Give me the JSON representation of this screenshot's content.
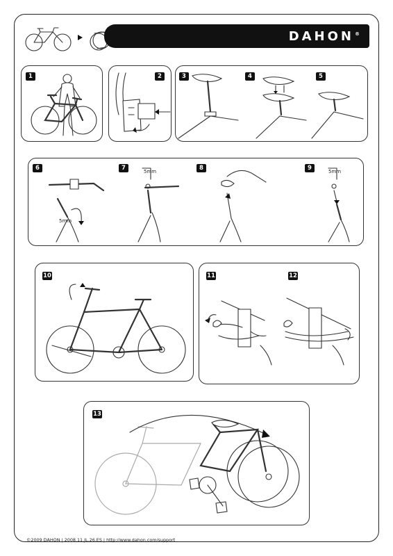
{
  "header": {
    "brand": "DAHON",
    "registered_mark": "®",
    "icons": [
      "unfolded-bike-icon",
      "arrow-right-icon",
      "folded-bike-icon"
    ]
  },
  "steps": {
    "s1": "1",
    "s2": "2",
    "s3": "3",
    "s4": "4",
    "s5": "5",
    "s6": "6",
    "s7": "7",
    "s8": "8",
    "s9": "9",
    "s10": "10",
    "s11": "11",
    "s12": "12",
    "s13": "13"
  },
  "labels": {
    "mm6": "5mm",
    "mm7": "5mm",
    "mm9": "5mm"
  },
  "footer": {
    "text": "©2009 DAHON  |  2008.11.JL.26.ES  |  http://www.dahon.com/support"
  }
}
